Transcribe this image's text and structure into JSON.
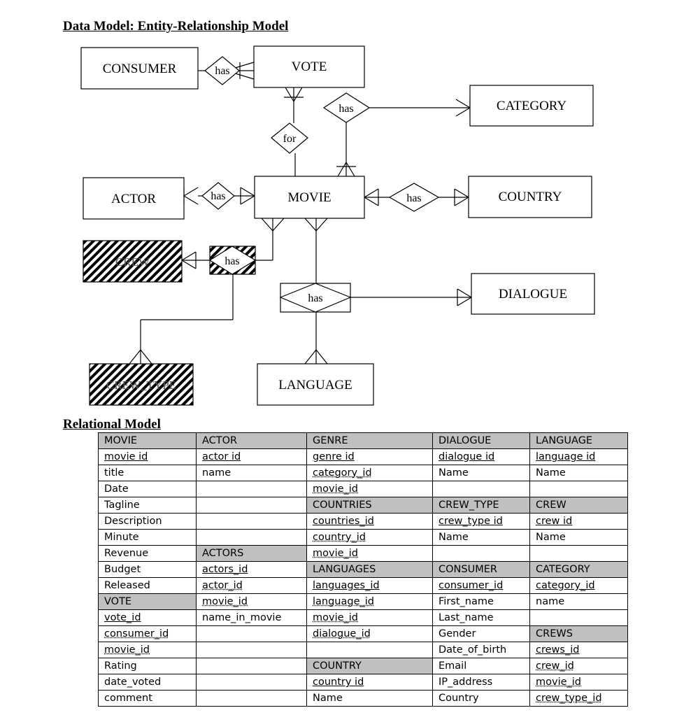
{
  "er_title": "Data Model: Entity-Relationship Model",
  "rel_title": "Relational Model",
  "entities": {
    "consumer": "CONSUMER",
    "vote": "VOTE",
    "category": "CATEGORY",
    "actor": "ACTOR",
    "movie": "MOVIE",
    "country": "COUNTRY",
    "crew": "CREW",
    "dialogue": "DIALOGUE",
    "crew_type": "CREW_TYPE",
    "language": "LANGUAGE"
  },
  "relationships": {
    "consumer_vote": "has",
    "vote_category": "has",
    "vote_movie": "for",
    "actor_movie": "has",
    "movie_country": "has",
    "crew_movie": "has",
    "movie_dialogue_language": "has"
  },
  "table": {
    "rows": [
      [
        {
          "t": "MOVIE",
          "s": "hdr"
        },
        {
          "t": "ACTOR",
          "s": "hdr"
        },
        {
          "t": "GENRE",
          "s": "hdr"
        },
        {
          "t": "DIALOGUE",
          "s": "hdr"
        },
        {
          "t": "LANGUAGE",
          "s": "hdr"
        }
      ],
      [
        {
          "t": "movie id",
          "s": "pk"
        },
        {
          "t": "actor id",
          "s": "pk"
        },
        {
          "t": "genre id",
          "s": "pk"
        },
        {
          "t": "dialogue id",
          "s": "pk"
        },
        {
          "t": "language id",
          "s": "pk"
        }
      ],
      [
        {
          "t": "title",
          "s": ""
        },
        {
          "t": "name",
          "s": ""
        },
        {
          "t": "category_id",
          "s": "fk"
        },
        {
          "t": "Name",
          "s": ""
        },
        {
          "t": "Name",
          "s": ""
        }
      ],
      [
        {
          "t": "Date",
          "s": ""
        },
        {
          "t": "",
          "s": ""
        },
        {
          "t": "movie_id",
          "s": "fk"
        },
        {
          "t": "",
          "s": ""
        },
        {
          "t": "",
          "s": ""
        }
      ],
      [
        {
          "t": "Tagline",
          "s": ""
        },
        {
          "t": "",
          "s": ""
        },
        {
          "t": "COUNTRIES",
          "s": "hdr"
        },
        {
          "t": "CREW_TYPE",
          "s": "hdr"
        },
        {
          "t": "CREW",
          "s": "hdr"
        }
      ],
      [
        {
          "t": "Description",
          "s": ""
        },
        {
          "t": "",
          "s": ""
        },
        {
          "t": "countries_id",
          "s": "pk"
        },
        {
          "t": "crew_type id",
          "s": "pk"
        },
        {
          "t": "crew id",
          "s": "pk"
        }
      ],
      [
        {
          "t": "Minute",
          "s": ""
        },
        {
          "t": "",
          "s": ""
        },
        {
          "t": "country_id",
          "s": "fk"
        },
        {
          "t": "Name",
          "s": ""
        },
        {
          "t": "Name",
          "s": ""
        }
      ],
      [
        {
          "t": "Revenue",
          "s": ""
        },
        {
          "t": "ACTORS",
          "s": "hdr"
        },
        {
          "t": "movie_id",
          "s": "fk"
        },
        {
          "t": "",
          "s": ""
        },
        {
          "t": "",
          "s": ""
        }
      ],
      [
        {
          "t": "Budget",
          "s": ""
        },
        {
          "t": "actors_id",
          "s": "pk"
        },
        {
          "t": "LANGUAGES",
          "s": "hdr"
        },
        {
          "t": "CONSUMER",
          "s": "hdr"
        },
        {
          "t": "CATEGORY",
          "s": "hdr"
        }
      ],
      [
        {
          "t": "Released",
          "s": ""
        },
        {
          "t": "actor_id",
          "s": "fk"
        },
        {
          "t": "languages_id",
          "s": "pk"
        },
        {
          "t": "consumer_id",
          "s": "pk"
        },
        {
          "t": "category_id",
          "s": "pk"
        }
      ],
      [
        {
          "t": "VOTE",
          "s": "hdr"
        },
        {
          "t": "movie_id",
          "s": "fk"
        },
        {
          "t": "language_id",
          "s": "fk"
        },
        {
          "t": "First_name",
          "s": ""
        },
        {
          "t": "name",
          "s": ""
        }
      ],
      [
        {
          "t": "vote_id",
          "s": "pk"
        },
        {
          "t": "name_in_movie",
          "s": ""
        },
        {
          "t": "movie_id",
          "s": "fk"
        },
        {
          "t": "Last_name",
          "s": ""
        },
        {
          "t": "",
          "s": ""
        }
      ],
      [
        {
          "t": "consumer_id",
          "s": "fk"
        },
        {
          "t": "",
          "s": ""
        },
        {
          "t": "dialogue_id",
          "s": "fk"
        },
        {
          "t": "Gender",
          "s": ""
        },
        {
          "t": "CREWS",
          "s": "hdr"
        }
      ],
      [
        {
          "t": "movie_id",
          "s": "fk"
        },
        {
          "t": "",
          "s": ""
        },
        {
          "t": "",
          "s": ""
        },
        {
          "t": "Date_of_birth",
          "s": ""
        },
        {
          "t": "crews_id",
          "s": "pk"
        }
      ],
      [
        {
          "t": "Rating",
          "s": ""
        },
        {
          "t": "",
          "s": ""
        },
        {
          "t": "COUNTRY",
          "s": "hdr"
        },
        {
          "t": "Email",
          "s": ""
        },
        {
          "t": "crew_id",
          "s": "fk"
        }
      ],
      [
        {
          "t": "date_voted",
          "s": ""
        },
        {
          "t": "",
          "s": ""
        },
        {
          "t": "country id",
          "s": "pk"
        },
        {
          "t": "IP_address",
          "s": ""
        },
        {
          "t": "movie_id",
          "s": "fk"
        }
      ],
      [
        {
          "t": "comment",
          "s": ""
        },
        {
          "t": "",
          "s": ""
        },
        {
          "t": "Name",
          "s": ""
        },
        {
          "t": "Country",
          "s": ""
        },
        {
          "t": "crew_type_id",
          "s": "fk"
        }
      ]
    ]
  }
}
